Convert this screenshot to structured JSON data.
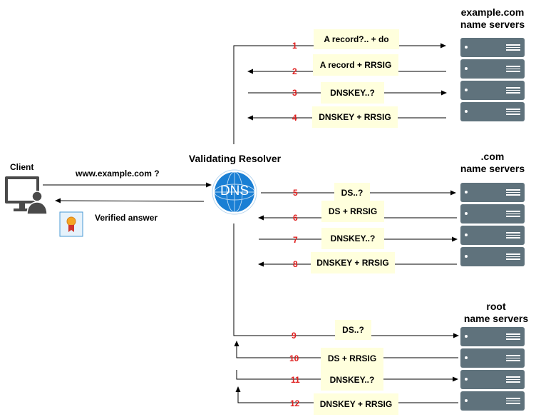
{
  "client": {
    "label": "Client",
    "query": "www.example.com ?",
    "answer": "Verified answer"
  },
  "resolver": {
    "title": "Validating Resolver",
    "logo_text": "DNS"
  },
  "server_groups": {
    "example": {
      "title_line1": "example.com",
      "title_line2": "name servers"
    },
    "com": {
      "title_line1": ".com",
      "title_line2": "name servers"
    },
    "root": {
      "title_line1": "root",
      "title_line2": "name servers"
    }
  },
  "messages": [
    {
      "num": "1",
      "label": "A record?..  + do"
    },
    {
      "num": "2",
      "label": "A record + RRSIG"
    },
    {
      "num": "3",
      "label": "DNSKEY..?"
    },
    {
      "num": "4",
      "label": "DNSKEY + RRSIG"
    },
    {
      "num": "5",
      "label": "DS..?"
    },
    {
      "num": "6",
      "label": "DS + RRSIG"
    },
    {
      "num": "7",
      "label": "DNSKEY..?"
    },
    {
      "num": "8",
      "label": "DNSKEY + RRSIG"
    },
    {
      "num": "9",
      "label": "DS..?"
    },
    {
      "num": "10",
      "label": "DS + RRSIG"
    },
    {
      "num": "11",
      "label": "DNSKEY..?"
    },
    {
      "num": "12",
      "label": "DNSKEY + RRSIG"
    }
  ],
  "colors": {
    "server": "#5f727c",
    "message_bg": "#ffffdd",
    "step_number": "#e02020",
    "dns_globe": "#1a7fd4"
  }
}
